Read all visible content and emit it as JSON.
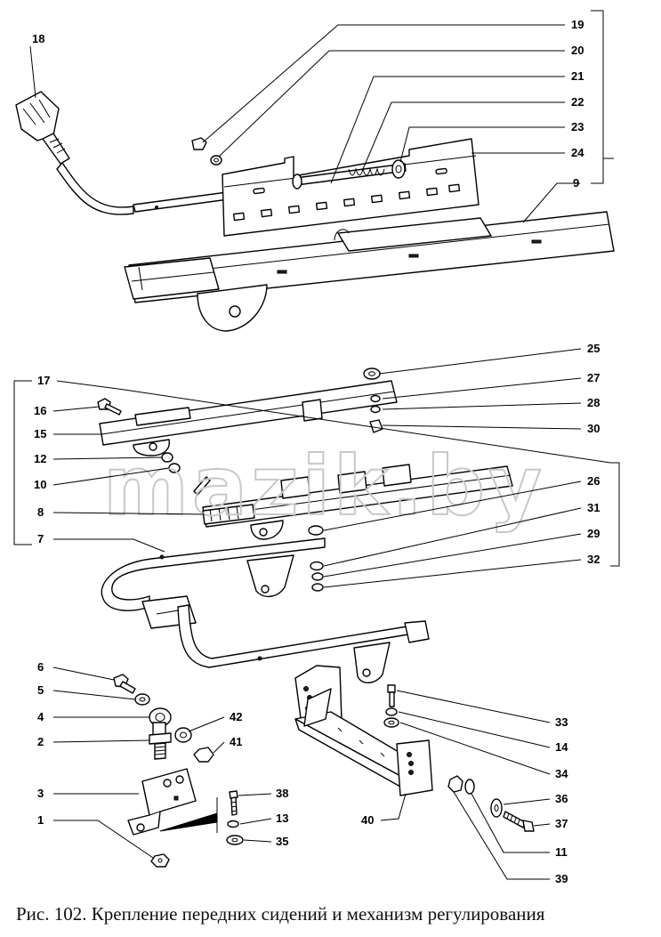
{
  "watermark": "mazik.by",
  "caption": "Рис. 102. Крепление передних сидений и механизм регулирования",
  "labels": {
    "n1": "1",
    "n2": "2",
    "n3": "3",
    "n4": "4",
    "n5": "5",
    "n6": "6",
    "n7": "7",
    "n8": "8",
    "n9": "9",
    "n10": "10",
    "n11": "11",
    "n12": "12",
    "n13": "13",
    "n14": "14",
    "n15": "15",
    "n16": "16",
    "n17": "17",
    "n18": "18",
    "n19": "19",
    "n20": "20",
    "n21": "21",
    "n22": "22",
    "n23": "23",
    "n24": "24",
    "n25": "25",
    "n26": "26",
    "n27": "27",
    "n28": "28",
    "n29": "29",
    "n30": "30",
    "n31": "31",
    "n32": "32",
    "n33": "33",
    "n34": "34",
    "n35": "35",
    "n36": "36",
    "n37": "37",
    "n38": "38",
    "n39": "39",
    "n40": "40",
    "n41": "41",
    "n42": "42"
  }
}
